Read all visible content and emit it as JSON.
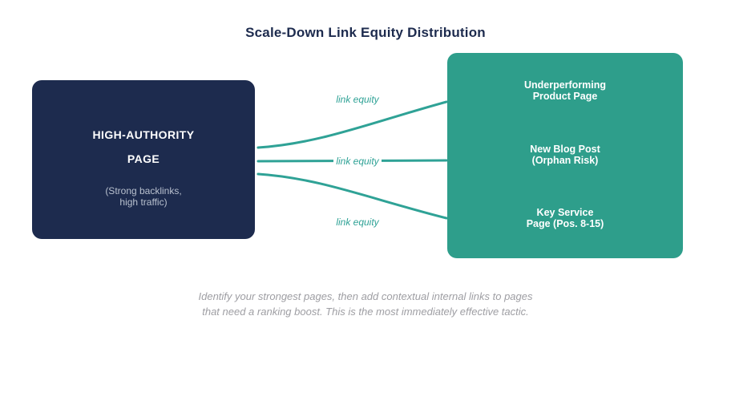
{
  "title": "Scale-Down Link Equity Distribution",
  "source_node": {
    "title_line1": "HIGH-AUTHORITY",
    "title_line2": "PAGE",
    "subtitle_line1": "(Strong backlinks,",
    "subtitle_line2": "high traffic)"
  },
  "target_nodes": [
    {
      "line1": "Underperforming",
      "line2": "Product Page"
    },
    {
      "line1": "New Blog Post",
      "line2": "(Orphan Risk)"
    },
    {
      "line1": "Key Service",
      "line2": "Page (Pos. 8-15)"
    }
  ],
  "edges": [
    {
      "label": "link equity"
    },
    {
      "label": "link equity"
    },
    {
      "label": "link equity"
    }
  ],
  "caption": {
    "line1": "Identify your strongest pages, then add contextual internal links to pages",
    "line2": "that need a ranking boost. This is the most immediately effective tactic."
  },
  "colors": {
    "navy": "#1d2b4e",
    "teal": "#2e9e8b",
    "edge": "#2fa296",
    "subtitle_gray": "#b8c0ce",
    "caption_gray": "#9e9ea3"
  }
}
